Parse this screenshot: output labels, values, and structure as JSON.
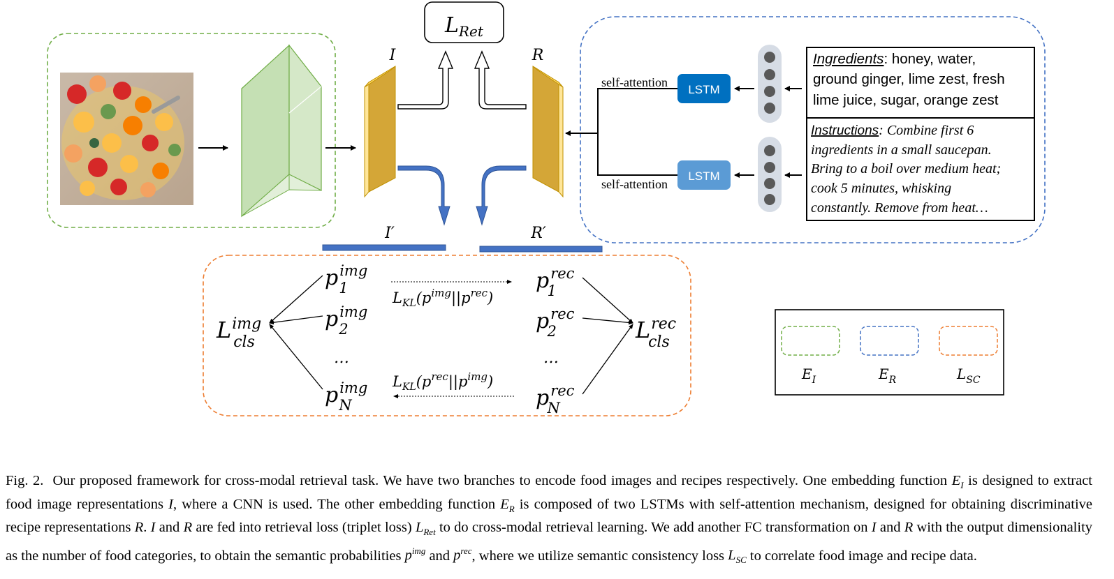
{
  "loss_box": {
    "main": "L",
    "sub": "Ret"
  },
  "labels": {
    "I": "I",
    "R": "R",
    "I_prime": "I′",
    "R_prime": "R′",
    "self_attention_top": "self-attention",
    "self_attention_bottom": "self-attention",
    "lstm_top": "LSTM",
    "lstm_bottom": "LSTM"
  },
  "recipe": {
    "ingredients_heading": "Ingredients",
    "ingredients_lines": [
      ": honey, water,",
      "ground ginger, lime zest, fresh",
      "lime juice, sugar, orange zest"
    ],
    "instructions_heading": "Instructions",
    "instructions_lines": [
      ": Combine first 6",
      "ingredients in a small saucepan.",
      "Bring to a boil over medium heat;",
      "cook 5 minutes, whisking",
      "constantly. Remove from heat…"
    ]
  },
  "semantic": {
    "left_loss": {
      "main": "L",
      "sup": "img",
      "sub": "cls"
    },
    "right_loss": {
      "main": "L",
      "sup": "rec",
      "sub": "cls"
    },
    "p_img": [
      {
        "sup": "img",
        "sub": "1"
      },
      {
        "sup": "img",
        "sub": "2"
      },
      {
        "sup": "img",
        "sub": "N"
      }
    ],
    "p_rec": [
      {
        "sup": "rec",
        "sub": "1"
      },
      {
        "sup": "rec",
        "sub": "2"
      },
      {
        "sup": "rec",
        "sub": "N"
      }
    ],
    "p": "p",
    "ellipsis": "…",
    "kl_top": {
      "L": "L",
      "sub": "KL",
      "open": "(p",
      "sup1": "img",
      "mid": "||p",
      "sup2": "rec",
      "close": ")"
    },
    "kl_bottom": {
      "L": "L",
      "sub": "KL",
      "open": "(p",
      "sup1": "rec",
      "mid": "||p",
      "sup2": "img",
      "close": ")"
    }
  },
  "legend": [
    {
      "main": "E",
      "sub": "I",
      "color": "#70ad47"
    },
    {
      "main": "E",
      "sub": "R",
      "color": "#4472c4"
    },
    {
      "main": "L",
      "sub": "SC",
      "color": "#ed7d31"
    }
  ],
  "colors": {
    "green_dash": "#70ad47",
    "blue_dash": "#4472c4",
    "orange_dash": "#ed7d31",
    "lstm_dark": "#0070c0",
    "lstm_light": "#5b9bd5",
    "embed_gold": "#d4a637",
    "blue_arrow": "#4472c4",
    "cnn_fill": "#c5e0b4"
  },
  "caption": {
    "fig": "Fig. 2.",
    "text": "Our proposed framework for cross-modal retrieval task. We have two branches to encode food images and recipes respectively. One embedding function E_I is designed to extract food image representations I, where a CNN is used. The other embedding function E_R is composed of two LSTMs with self-attention mechanism, designed for obtaining discriminative recipe representations R. I and R are fed into retrieval loss (triplet loss) L_Ret to do cross-modal retrieval learning. We add another FC transformation on I and R with the output dimensionality as the number of food categories, to obtain the semantic probabilities p^img and p^rec, where we utilize semantic consistency loss L_SC to correlate food image and recipe data.",
    "segments": [
      "Our proposed framework for cross-modal retrieval task. We have two branches to encode food images and recipes respectively. One embedding function ",
      " is designed to extract food image representations ",
      ", where a CNN is used. The other embedding function ",
      " is composed of two LSTMs with self-attention mechanism, designed for obtaining discriminative recipe representations ",
      ". ",
      " and ",
      " are fed into retrieval loss (triplet loss) ",
      " to do cross-modal retrieval learning. We add another FC transformation on ",
      " and ",
      " with the output dimensionality as the number of food categories, to obtain the semantic probabilities ",
      " and ",
      ", where we utilize semantic consistency loss ",
      " to correlate food image and recipe data."
    ]
  }
}
